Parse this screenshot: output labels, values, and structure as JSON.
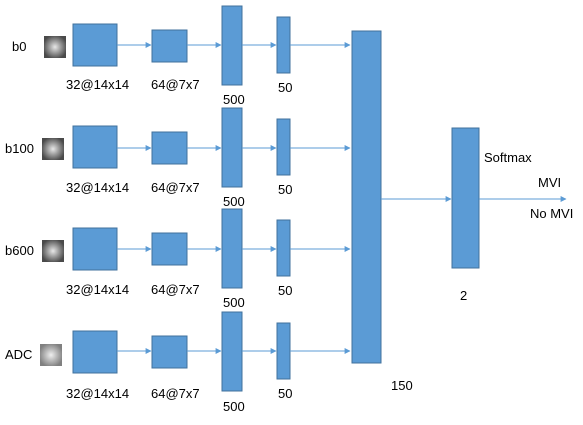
{
  "rows": [
    {
      "input": "b0",
      "conv1": "32@14x14",
      "conv2": "64@7x7",
      "fc1": "500",
      "fc2": "50"
    },
    {
      "input": "b100",
      "conv1": "32@14x14",
      "conv2": "64@7x7",
      "fc1": "500",
      "fc2": "50"
    },
    {
      "input": "b600",
      "conv1": "32@14x14",
      "conv2": "64@7x7",
      "fc1": "500",
      "fc2": "50"
    },
    {
      "input": "ADC",
      "conv1": "32@14x14",
      "conv2": "64@7x7",
      "fc1": "500",
      "fc2": "50"
    }
  ],
  "concat_label": "150",
  "output": {
    "size_label": "2",
    "activation": "Softmax",
    "classes": [
      "MVI",
      "No MVI"
    ]
  },
  "colors": {
    "block_fill": "#5b9bd5",
    "block_stroke": "#41719c",
    "arrow": "#5b9bd5",
    "image_gray": "#8a8a8a"
  }
}
